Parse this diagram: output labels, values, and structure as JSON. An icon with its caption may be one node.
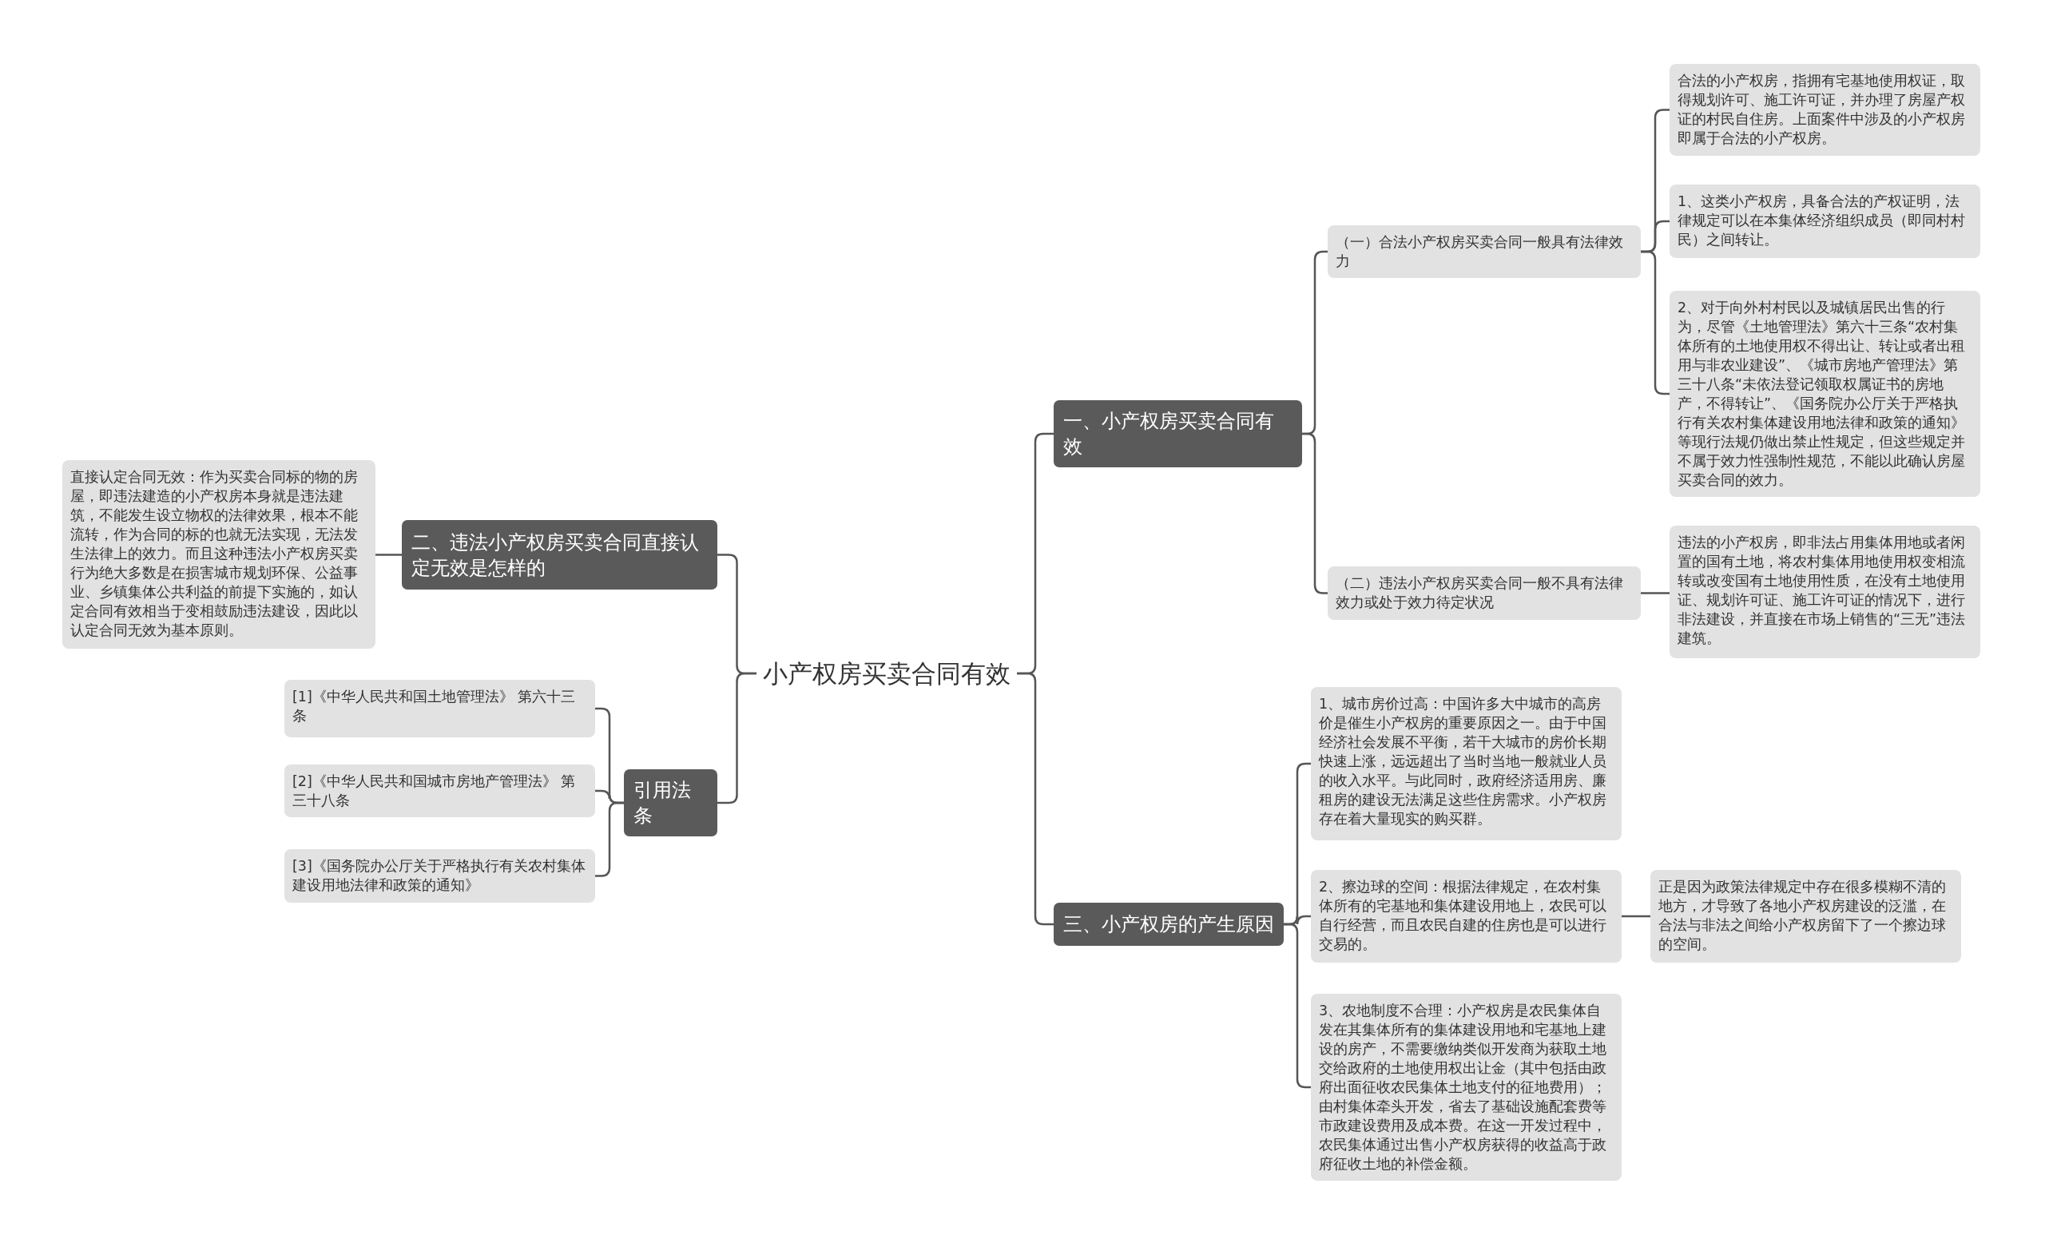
{
  "diagram": {
    "nodes": [
      {
        "text": [
          "小产权房买卖合同有效"
        ]
      },
      {
        "text": [
          "一、小产权房买卖合同有效"
        ]
      },
      {
        "text": [
          "（一）合法小产权房买卖合同一般具有法律效力"
        ]
      },
      {
        "text": [
          "合法的小产权房，指拥有宅基地使用权证，取得规划许可、施工许可证，并办理了房屋产权证的村民自住房。上面案件中涉及的小产权房即属于合法的小产权房。"
        ]
      },
      {
        "text": [
          "1、这类小产权房，具备合法的产权证明，法律规定可以在本集体经济组织成员（即同村村民）之间转让。"
        ]
      },
      {
        "text": [
          "2、对于向外村村民以及城镇居民出售的行为，尽管《土地管理法》第六十三条“农村集体所有的土地使用权不得出让、转让或者出租用与非农业建设”、《城市房地产管理法》第三十八条“未依法登记领取权属证书的房地产，不得转让”、《国务院办公厅关于严格执行有关农村集体建设用地法律和政策的通知》等现行法规仍做出禁止性规定，但这些规定并不属于效力性强制性规范，不能以此确认房屋买卖合同的效力。"
        ]
      },
      {
        "text": [
          "（二）违法小产权房买卖合同一般不具有法律效力或处于效力待定状况"
        ]
      },
      {
        "text": [
          "违法的小产权房，即非法占用集体用地或者闲置的国有土地，将农村集体用地使用权变相流转或改变国有土地使用性质，在没有土地使用证、规划许可证、施工许可证的情况下，进行非法建设，并直接在市场上销售的“三无”违法建筑。"
        ]
      },
      {
        "text": [
          "三、小产权房的产生原因"
        ]
      },
      {
        "text": [
          "1、城市房价过高：中国许多大中城市的高房价是催生小产权房的重要原因之一。由于中国经济社会发展不平衡，若干大城市的房价长期快速上涨，远远超出了当时当地一般就业人员的收入水平。与此同时，政府经济适用房、廉租房的建设无法满足这些住房需求。小产权房存在着大量现实的购买群。"
        ]
      },
      {
        "text": [
          "2、擦边球的空间：根据法律规定，在农村集体所有的宅基地和集体建设用地上，农民可以自行经营，而且农民自建的住房也是可以进行交易的。"
        ]
      },
      {
        "text": [
          "正是因为政策法律规定中存在很多模糊不清的地方，才导致了各地小产权房建设的泛滥，在合法与非法之间给小产权房留下了一个擦边球的空间。"
        ]
      },
      {
        "text": [
          "3、农地制度不合理：小产权房是农民集体自发在其集体所有的集体建设用地和宅基地上建设的房产，不需要缴纳类似开发商为获取土地交给政府的土地使用权出让金（其中包括由政府出面征收农民集体土地支付的征地费用）；由村集体牵头开发，省去了基础设施配套费等市政建设费用及成本费。在这一开发过程中，农民集体通过出售小产权房获得的收益高于政府征收土地的补偿金额。"
        ]
      },
      {
        "text": [
          "二、违法小产权房买卖合同直接认定无效是怎样的"
        ]
      },
      {
        "text": [
          "直接认定合同无效：作为买卖合同标的物的房屋，即违法建造的小产权房本身就是违法建筑，不能发生设立物权的法律效果，根本不能流转，作为合同的标的也就无法实现，无法发生法律上的效力。而且这种违法小产权房买卖行为绝大多数是在损害城市规划环保、公益事业、乡镇集体公共利益的前提下实施的，如认定合同有效相当于变相鼓励违法建设，因此以认定合同无效为基本原则。"
        ]
      },
      {
        "text": [
          "引用法条"
        ]
      },
      {
        "text": [
          "[1]《中华人民共和国土地管理法》 第六十三条"
        ]
      },
      {
        "text": [
          "[2]《中华人民共和国城市房地产管理法》 第三十八条"
        ]
      },
      {
        "text": [
          "[3]《国务院办公厅关于严格执行有关农村集体建设用地法律和政策的通知》"
        ]
      }
    ],
    "edges": [
      {
        "from": 0,
        "to": 1,
        "arrow": "none"
      },
      {
        "from": 1,
        "to": 2,
        "arrow": "none"
      },
      {
        "from": 2,
        "to": 3,
        "arrow": "none"
      },
      {
        "from": 2,
        "to": 4,
        "arrow": "none"
      },
      {
        "from": 2,
        "to": 5,
        "arrow": "none"
      },
      {
        "from": 1,
        "to": 6,
        "arrow": "none"
      },
      {
        "from": 6,
        "to": 7,
        "arrow": "none"
      },
      {
        "from": 0,
        "to": 8,
        "arrow": "none"
      },
      {
        "from": 8,
        "to": 9,
        "arrow": "none"
      },
      {
        "from": 8,
        "to": 10,
        "arrow": "none"
      },
      {
        "from": 10,
        "to": 11,
        "arrow": "none"
      },
      {
        "from": 8,
        "to": 12,
        "arrow": "none"
      },
      {
        "from": 0,
        "to": 13,
        "arrow": "none"
      },
      {
        "from": 13,
        "to": 14,
        "arrow": "none"
      },
      {
        "from": 0,
        "to": 15,
        "arrow": "none"
      },
      {
        "from": 15,
        "to": 16,
        "arrow": "none"
      },
      {
        "from": 15,
        "to": 17,
        "arrow": "none"
      },
      {
        "from": 15,
        "to": 18,
        "arrow": "none"
      }
    ]
  }
}
